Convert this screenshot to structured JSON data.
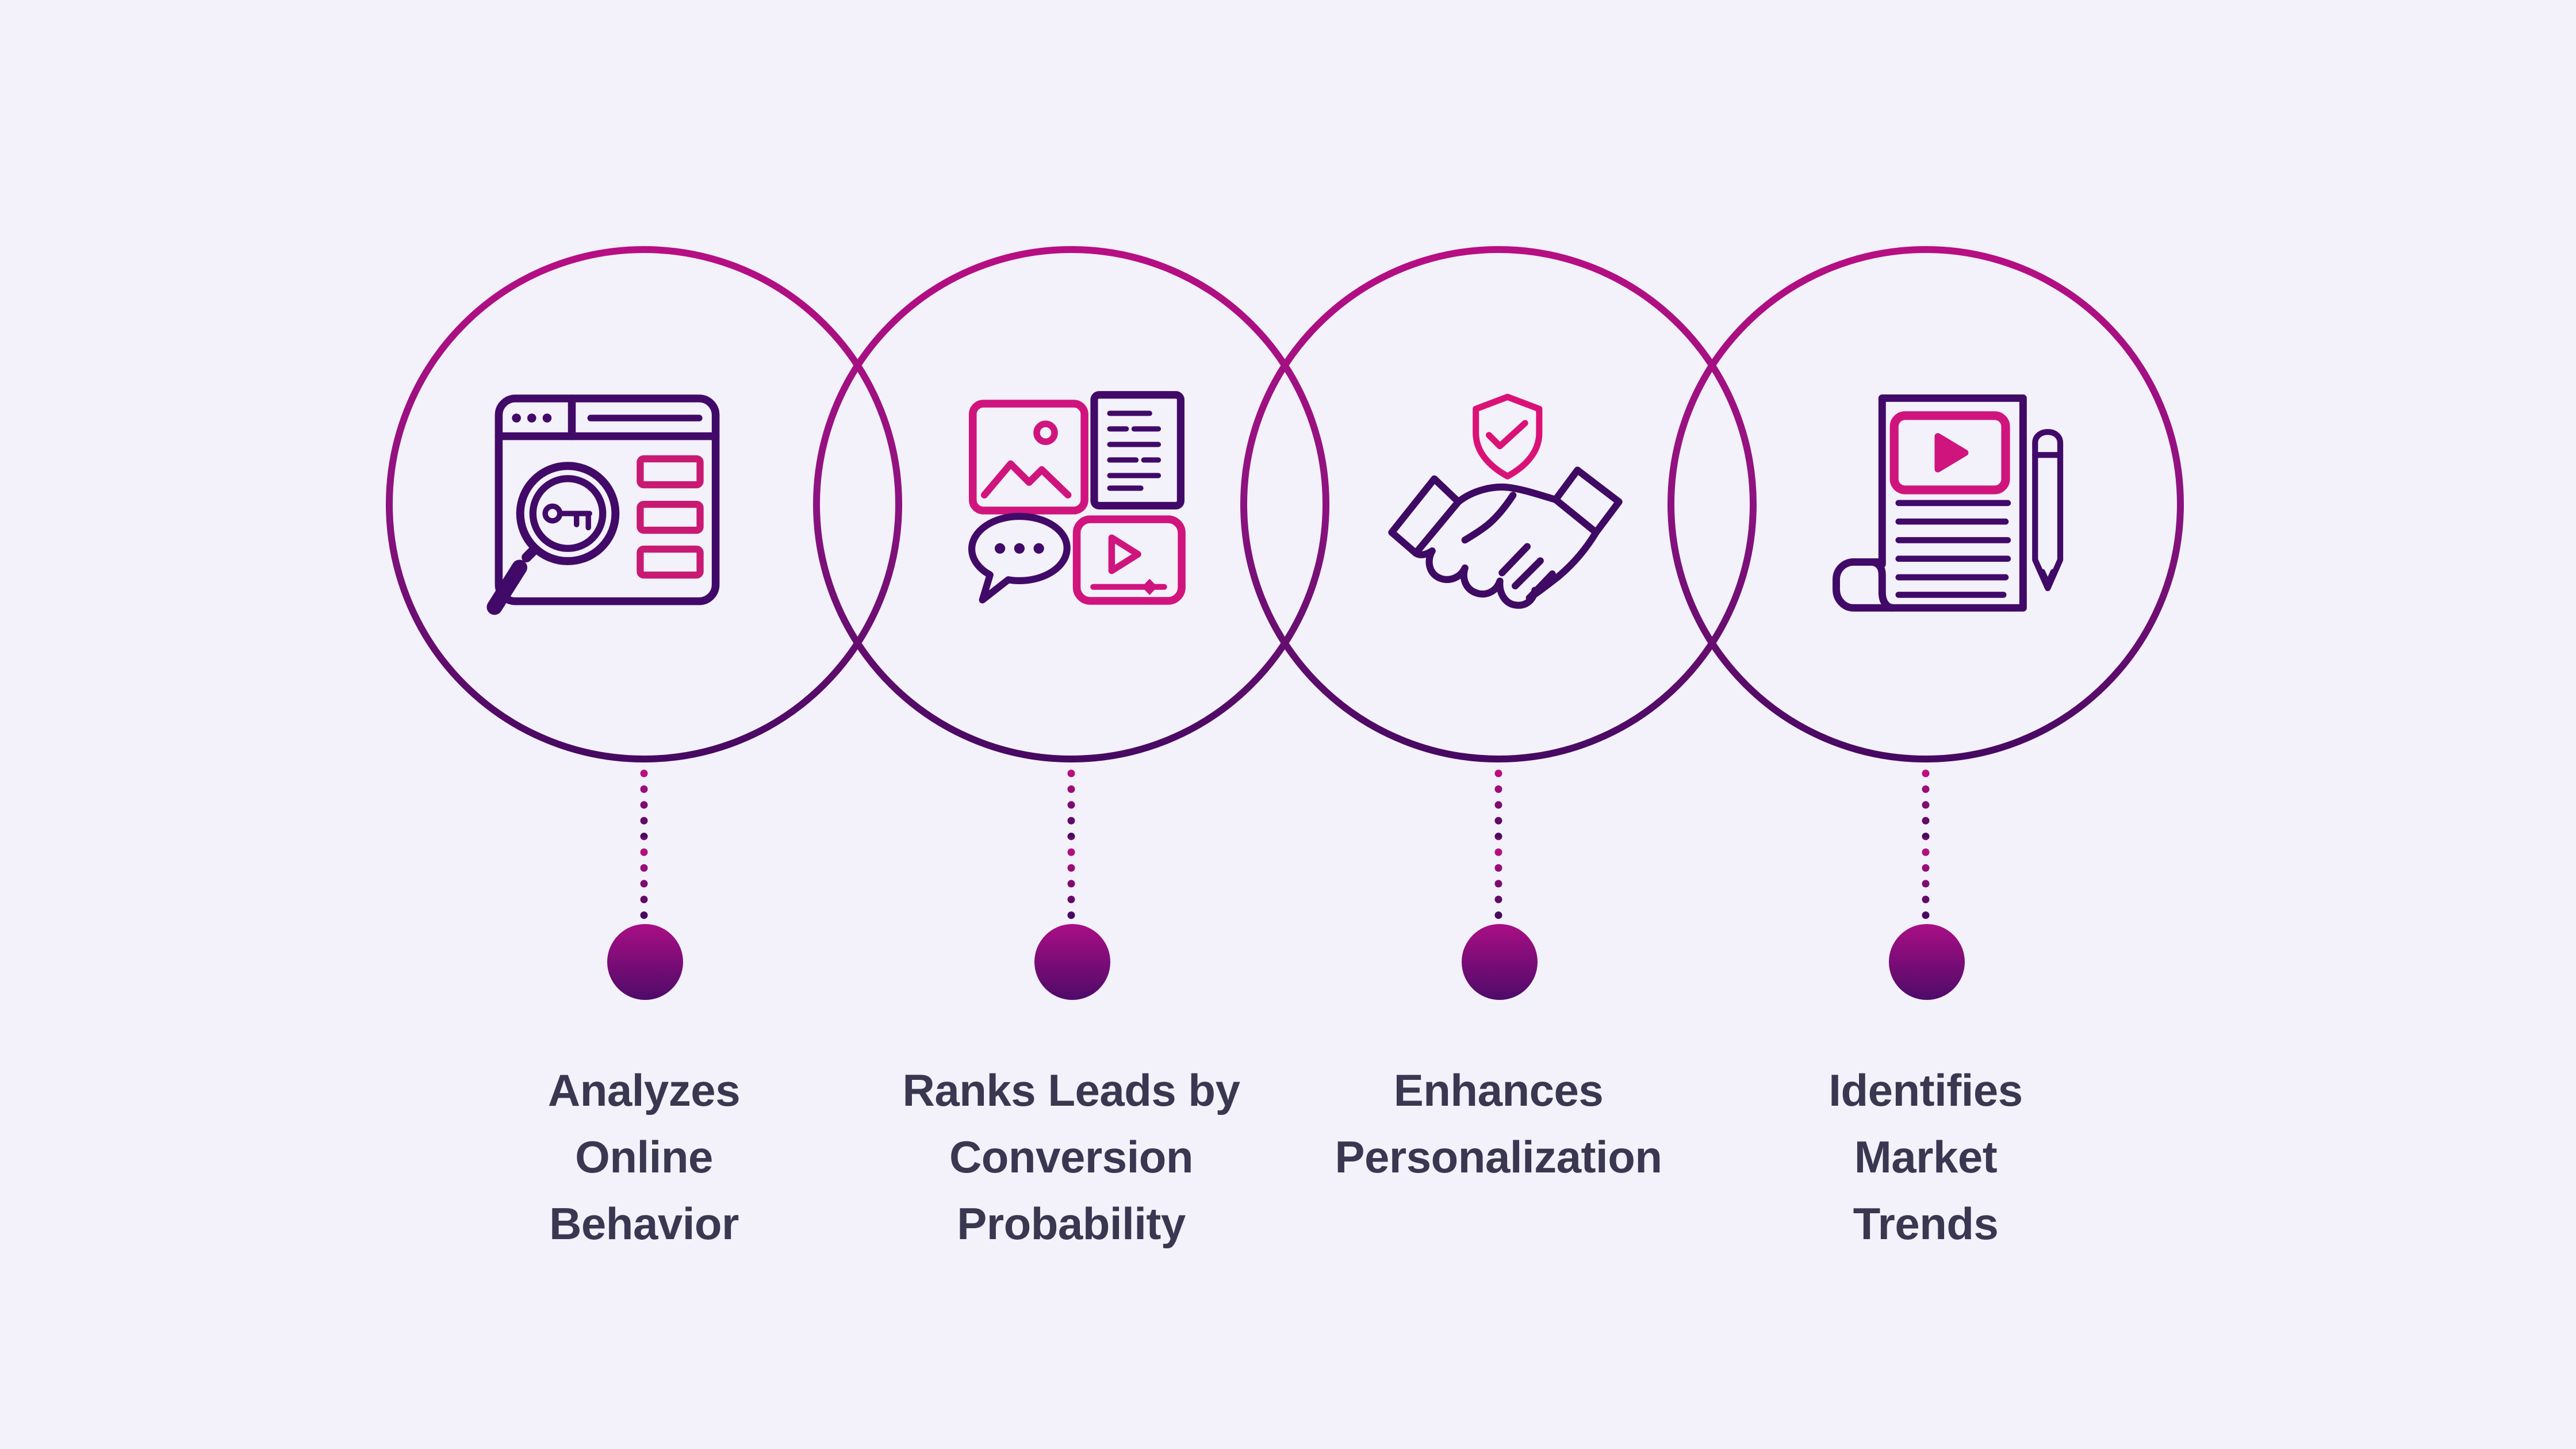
{
  "palette": {
    "background": "#f3f1fa",
    "text": "#3a3751",
    "circle_gradient_top": "#b70e83",
    "circle_gradient_mid": "#8c1280",
    "circle_gradient_bottom": "#460962",
    "icon_purple": "#410a68",
    "icon_pink": "#d0147e",
    "icon_pink_deep": "#c81a73",
    "dot_gradient_top": "#a90e85",
    "dot_gradient_bottom": "#4e0b69"
  },
  "steps": [
    {
      "icon": "browser-search-icon",
      "label_lines": [
        "Analyzes",
        "Online",
        "Behavior"
      ]
    },
    {
      "icon": "content-types-icon",
      "label_lines": [
        "Ranks Leads by",
        "Conversion",
        "Probability"
      ]
    },
    {
      "icon": "handshake-shield-icon",
      "label_lines": [
        "Enhances",
        "Personalization"
      ]
    },
    {
      "icon": "report-pencil-icon",
      "label_lines": [
        "Identifies",
        "Market",
        "Trends"
      ]
    }
  ]
}
